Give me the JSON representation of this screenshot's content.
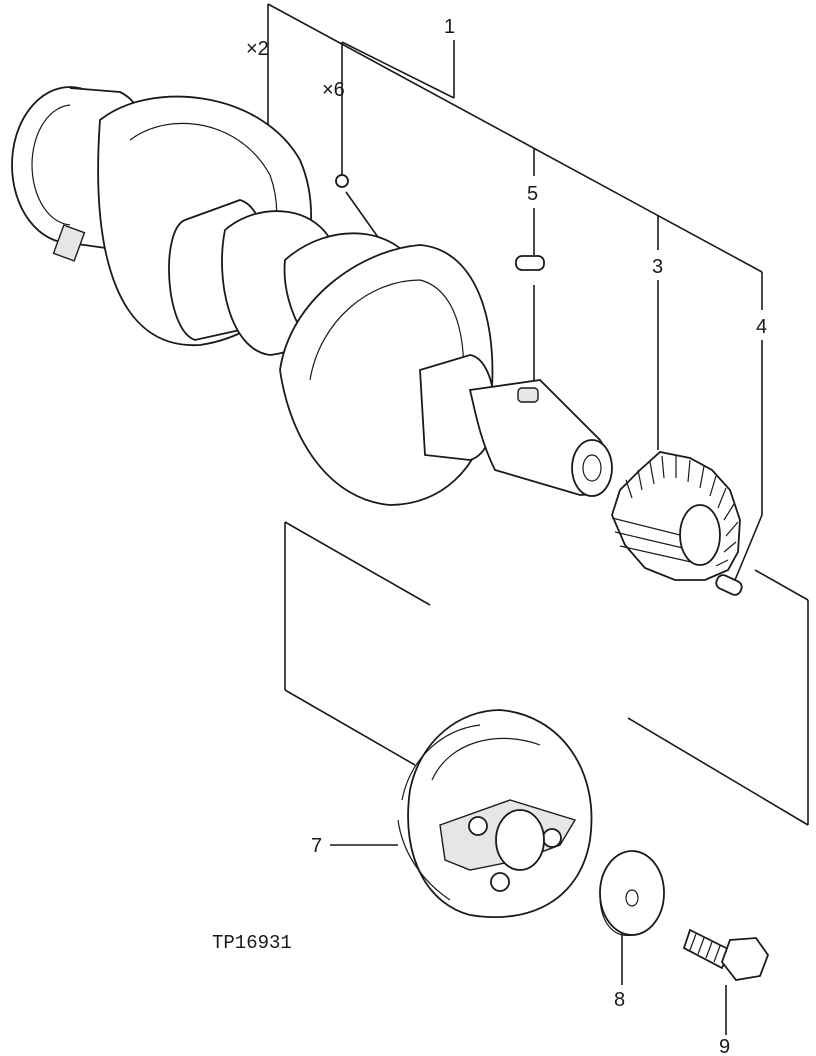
{
  "diagram": {
    "figure_ref": "TP16931",
    "callouts": [
      {
        "id": "c1",
        "text": "1"
      },
      {
        "id": "c3",
        "text": "3"
      },
      {
        "id": "c4",
        "text": "4"
      },
      {
        "id": "c5",
        "text": "5"
      },
      {
        "id": "c7",
        "text": "7"
      },
      {
        "id": "c8",
        "text": "8"
      },
      {
        "id": "c9",
        "text": "9"
      }
    ],
    "quantities": [
      {
        "id": "q2",
        "text": "×2"
      },
      {
        "id": "q6",
        "text": "×6"
      }
    ]
  }
}
